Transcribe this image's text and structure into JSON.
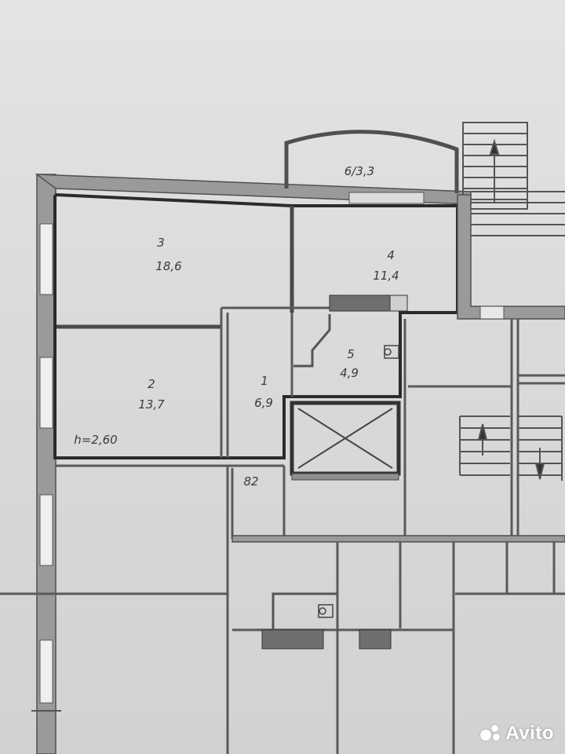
{
  "rooms": [
    {
      "number": "3",
      "area": "18,6"
    },
    {
      "number": "4",
      "area": "11,4"
    },
    {
      "number": "2",
      "area": "13,7"
    },
    {
      "number": "1",
      "area": "6,9"
    },
    {
      "number": "5",
      "area": "4,9"
    }
  ],
  "balcony_label": "6/3,3",
  "ceiling_height": "h=2,60",
  "neighbor_label": "82",
  "watermark": "Avito"
}
